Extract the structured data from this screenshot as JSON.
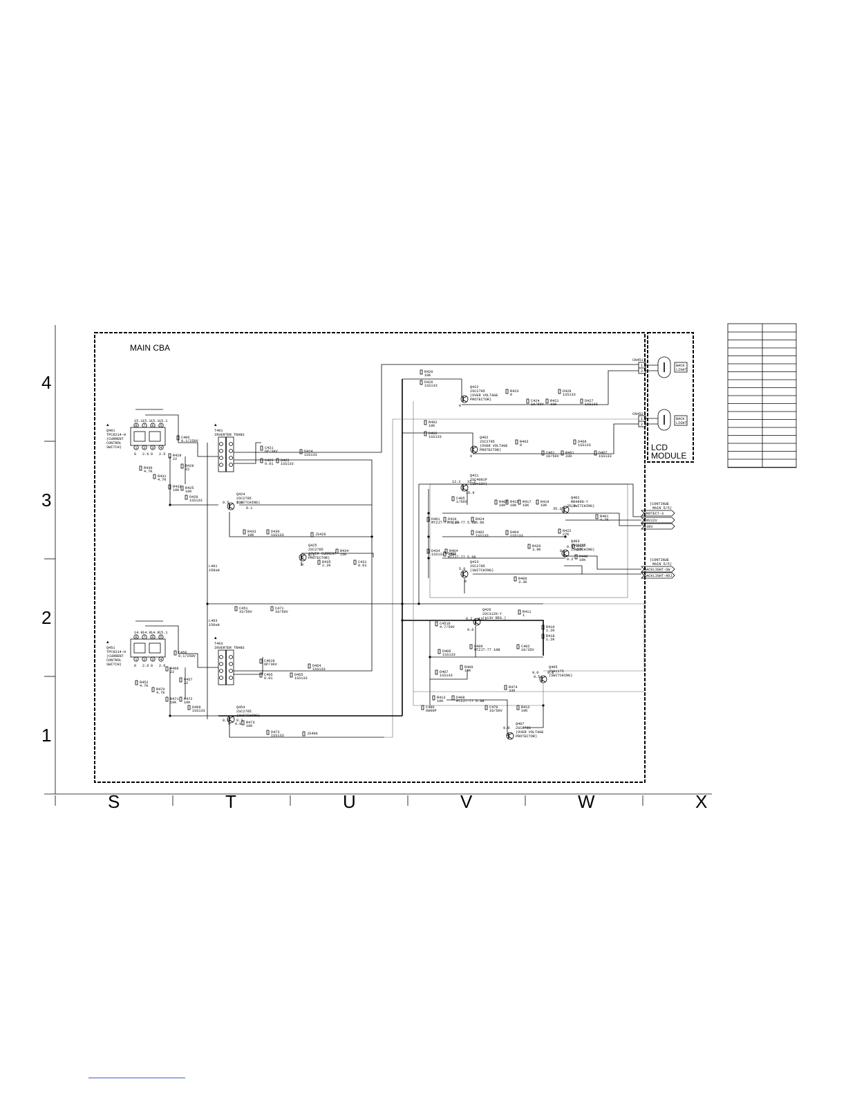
{
  "board": {
    "title": "MAIN CBA",
    "module": [
      "LCD",
      "MODULE"
    ]
  },
  "rows": [
    "4",
    "3",
    "2",
    "1"
  ],
  "columns": [
    "S",
    "T",
    "U",
    "V",
    "W",
    "X"
  ],
  "connectors": [
    {
      "id": "CN451",
      "pins": [
        "1",
        "2"
      ],
      "label": [
        "BACK",
        "LIGHT"
      ]
    },
    {
      "id": "CN452",
      "pins": [
        "1",
        "2"
      ],
      "label": [
        "BACK",
        "LIGHT"
      ]
    }
  ],
  "signals": [
    "PROTECT-3",
    "INV12V",
    "+30V",
    "BACKLIGHT-SW",
    "BACKLIGHT-ADJ"
  ],
  "continue_note": [
    "(CONTINUE",
    "MAIN 5/5)"
  ],
  "ic_top": {
    "ref": "Q401",
    "lines": [
      "TPC8214-H",
      "(CURRENT",
      "CONTROL",
      "SWITCH)"
    ],
    "pin_top": [
      "8",
      "7",
      "6",
      "5"
    ],
    "pin_bot": [
      "1",
      "2",
      "3",
      "4"
    ],
    "volt_top": [
      "15.1",
      "15.1",
      "15.1",
      "15.1"
    ],
    "volt_bot": [
      "0",
      "2.6",
      "0",
      "2.5"
    ]
  },
  "ic_bot": {
    "ref": "Q451",
    "lines": [
      "TPC8214-H",
      "(CURRENT",
      "CONTROL",
      "SWITCH)"
    ],
    "pin_top": [
      "8",
      "7",
      "6",
      "5"
    ],
    "pin_bot": [
      "1",
      "2",
      "3",
      "4"
    ],
    "volt_top": [
      "14.9",
      "14.9",
      "14.9",
      "15.1"
    ],
    "volt_bot": [
      "0",
      "2.6",
      "0",
      "2.6"
    ]
  },
  "transformers": [
    {
      "ref": "T401",
      "name": "INVERTER TRANS"
    },
    {
      "ref": "T403",
      "name": "INVERTER TRANS"
    }
  ],
  "inductors": [
    {
      "ref": "L401",
      "value": "150uH"
    },
    {
      "ref": "L403",
      "value": "150uH"
    }
  ],
  "transistors": [
    {
      "ref": "Q422",
      "lines": [
        "2SC2785",
        "(OVER VOLTAGE",
        "PROTECTOR)"
      ]
    },
    {
      "ref": "Q462",
      "lines": [
        "2SC2785",
        "(OVER VOLTAGE",
        "PROTECTOR)"
      ]
    },
    {
      "ref": "Q424",
      "lines": [
        "2SC2785",
        "(SWITCHING)"
      ]
    },
    {
      "ref": "Q425",
      "lines": [
        "2SC2785",
        "(OVER CURRENT",
        "PROTECTOR)"
      ]
    },
    {
      "ref": "Q421",
      "lines": [
        "2SC4081P",
        "(SW+22V)"
      ]
    },
    {
      "ref": "Q402",
      "lines": [
        "RN4990-Y",
        "(SWITCHING)"
      ]
    },
    {
      "ref": "Q403",
      "lines": [
        "2SC2785",
        "(SWITCHING)"
      ]
    },
    {
      "ref": "Q423",
      "lines": [
        "2SC2785",
        "(SWITCHING)"
      ]
    },
    {
      "ref": "Q426",
      "lines": [
        "2SC3120-Y",
        "(+13V REG.)"
      ]
    },
    {
      "ref": "Q405",
      "lines": [
        "2SA1175",
        "(SWITCHING)"
      ]
    },
    {
      "ref": "Q454",
      "lines": [
        "2SC2785",
        "(SWITCHING)"
      ]
    },
    {
      "ref": "Q407",
      "lines": [
        "2SC2785",
        "(OVER VOLTAGE",
        "PROTECTOR)"
      ]
    }
  ],
  "parts": [
    {
      "id": "R420",
      "v": "10K"
    },
    {
      "id": "D426",
      "v": "1SS133"
    },
    {
      "id": "R423",
      "v": "0"
    },
    {
      "id": "C424",
      "v": "10/50V"
    },
    {
      "id": "R421",
      "v": "330"
    },
    {
      "id": "D428",
      "v": "1SS133"
    },
    {
      "id": "D427",
      "v": "1SS133"
    },
    {
      "id": "R462",
      "v": "10K"
    },
    {
      "id": "D466",
      "v": "1SS133"
    },
    {
      "id": "R463",
      "v": "0"
    },
    {
      "id": "C461",
      "v": "10/50V"
    },
    {
      "id": "R461",
      "v": "330"
    },
    {
      "id": "D468",
      "v": "1SS133"
    },
    {
      "id": "D467",
      "v": "1SS133"
    },
    {
      "id": "C406",
      "v": "0.1/250V"
    },
    {
      "id": "C421",
      "v": "6P/3KV"
    },
    {
      "id": "C425",
      "v": "0.01"
    },
    {
      "id": "D425",
      "v": "1SS133"
    },
    {
      "id": "D424",
      "v": "1SS133"
    },
    {
      "id": "R429",
      "v": "22"
    },
    {
      "id": "R428",
      "v": "22"
    },
    {
      "id": "R430",
      "v": "4.7K"
    },
    {
      "id": "R431",
      "v": "4.7K"
    },
    {
      "id": "R432",
      "v": "10K"
    },
    {
      "id": "R425",
      "v": "10K"
    },
    {
      "id": "D429",
      "v": "1SS133"
    },
    {
      "id": "R433",
      "v": "10K"
    },
    {
      "id": "D430",
      "v": "1SS133"
    },
    {
      "id": "R434",
      "v": "15K"
    },
    {
      "id": "R435",
      "v": "2.2K"
    },
    {
      "id": "C431",
      "v": "0.01"
    },
    {
      "id": "C451",
      "v": "33/50V"
    },
    {
      "id": "C471",
      "v": "33/50V"
    },
    {
      "id": "C456",
      "v": "0.1/250V"
    },
    {
      "id": "C461b",
      "v": "6P/3KV"
    },
    {
      "id": "C465",
      "v": "0.01"
    },
    {
      "id": "D465",
      "v": "1SS133"
    },
    {
      "id": "D464",
      "v": "1SS133"
    },
    {
      "id": "R469",
      "v": "22"
    },
    {
      "id": "R457",
      "v": "22"
    },
    {
      "id": "R452",
      "v": "4.7K"
    },
    {
      "id": "R470",
      "v": "4.7K"
    },
    {
      "id": "R471",
      "v": "10K"
    },
    {
      "id": "R472",
      "v": "10K"
    },
    {
      "id": "D469",
      "v": "1SS133"
    },
    {
      "id": "R473",
      "v": "10K"
    },
    {
      "id": "D473",
      "v": "1SS133"
    },
    {
      "id": "C405",
      "v": "1/50V"
    },
    {
      "id": "R403",
      "v": "10K"
    },
    {
      "id": "R415",
      "v": "10K"
    },
    {
      "id": "R417",
      "v": "10K"
    },
    {
      "id": "R419",
      "v": "10K"
    },
    {
      "id": "D401",
      "v": "MTZJT-77 5.6B"
    },
    {
      "id": "D410",
      "v": "MTZJT-77 5.6B"
    },
    {
      "id": "R424",
      "v": "5.6K"
    },
    {
      "id": "R401",
      "v": "4.7K"
    },
    {
      "id": "R422",
      "v": "27K"
    },
    {
      "id": "D402",
      "v": "1SS133"
    },
    {
      "id": "D404",
      "v": "1SS133"
    },
    {
      "id": "D434",
      "v": "1SS133"
    },
    {
      "id": "R404",
      "v": "680"
    },
    {
      "id": "D411",
      "v": "MTZJT-77 5.6B"
    },
    {
      "id": "R426",
      "v": "3.9K"
    },
    {
      "id": "R427",
      "v": "10K"
    },
    {
      "id": "R440",
      "v": "10K"
    },
    {
      "id": "R406",
      "v": "3.3K"
    },
    {
      "id": "R411",
      "v": "1"
    },
    {
      "id": "C451b",
      "v": "4.7/50V"
    },
    {
      "id": "R410",
      "v": "1.2K"
    },
    {
      "id": "R418",
      "v": "1.2K"
    },
    {
      "id": "D409",
      "v": "MTZJT-77 10B"
    },
    {
      "id": "C402",
      "v": "10/35V"
    },
    {
      "id": "D406",
      "v": "1SS133"
    },
    {
      "id": "D407",
      "v": "1SS133"
    },
    {
      "id": "R409",
      "v": "10K"
    },
    {
      "id": "R474",
      "v": "330"
    },
    {
      "id": "R412",
      "v": "10K"
    },
    {
      "id": "C480",
      "v": "6800P"
    },
    {
      "id": "R413",
      "v": "10K"
    },
    {
      "id": "D408",
      "v": "MTZJT-77 5.6B"
    },
    {
      "id": "C470",
      "v": "10/50V"
    },
    {
      "id": "JS426",
      "v": ""
    },
    {
      "id": "JS400",
      "v": ""
    }
  ],
  "voltages": [
    "15.2",
    "12.2",
    "10.9",
    "35.2",
    "35.8",
    "0",
    "0",
    "0.1",
    "5.0",
    "0",
    "0.2",
    "0.1",
    "13.1",
    "0.2",
    "9.6",
    "9.0",
    "9.5",
    "0.0",
    "0",
    "0",
    "9.5",
    "0",
    "0.5",
    "0.2",
    "0",
    "9.9",
    "8.5",
    "0.2",
    "9.0"
  ],
  "ref_table": {
    "rows": 17
  }
}
